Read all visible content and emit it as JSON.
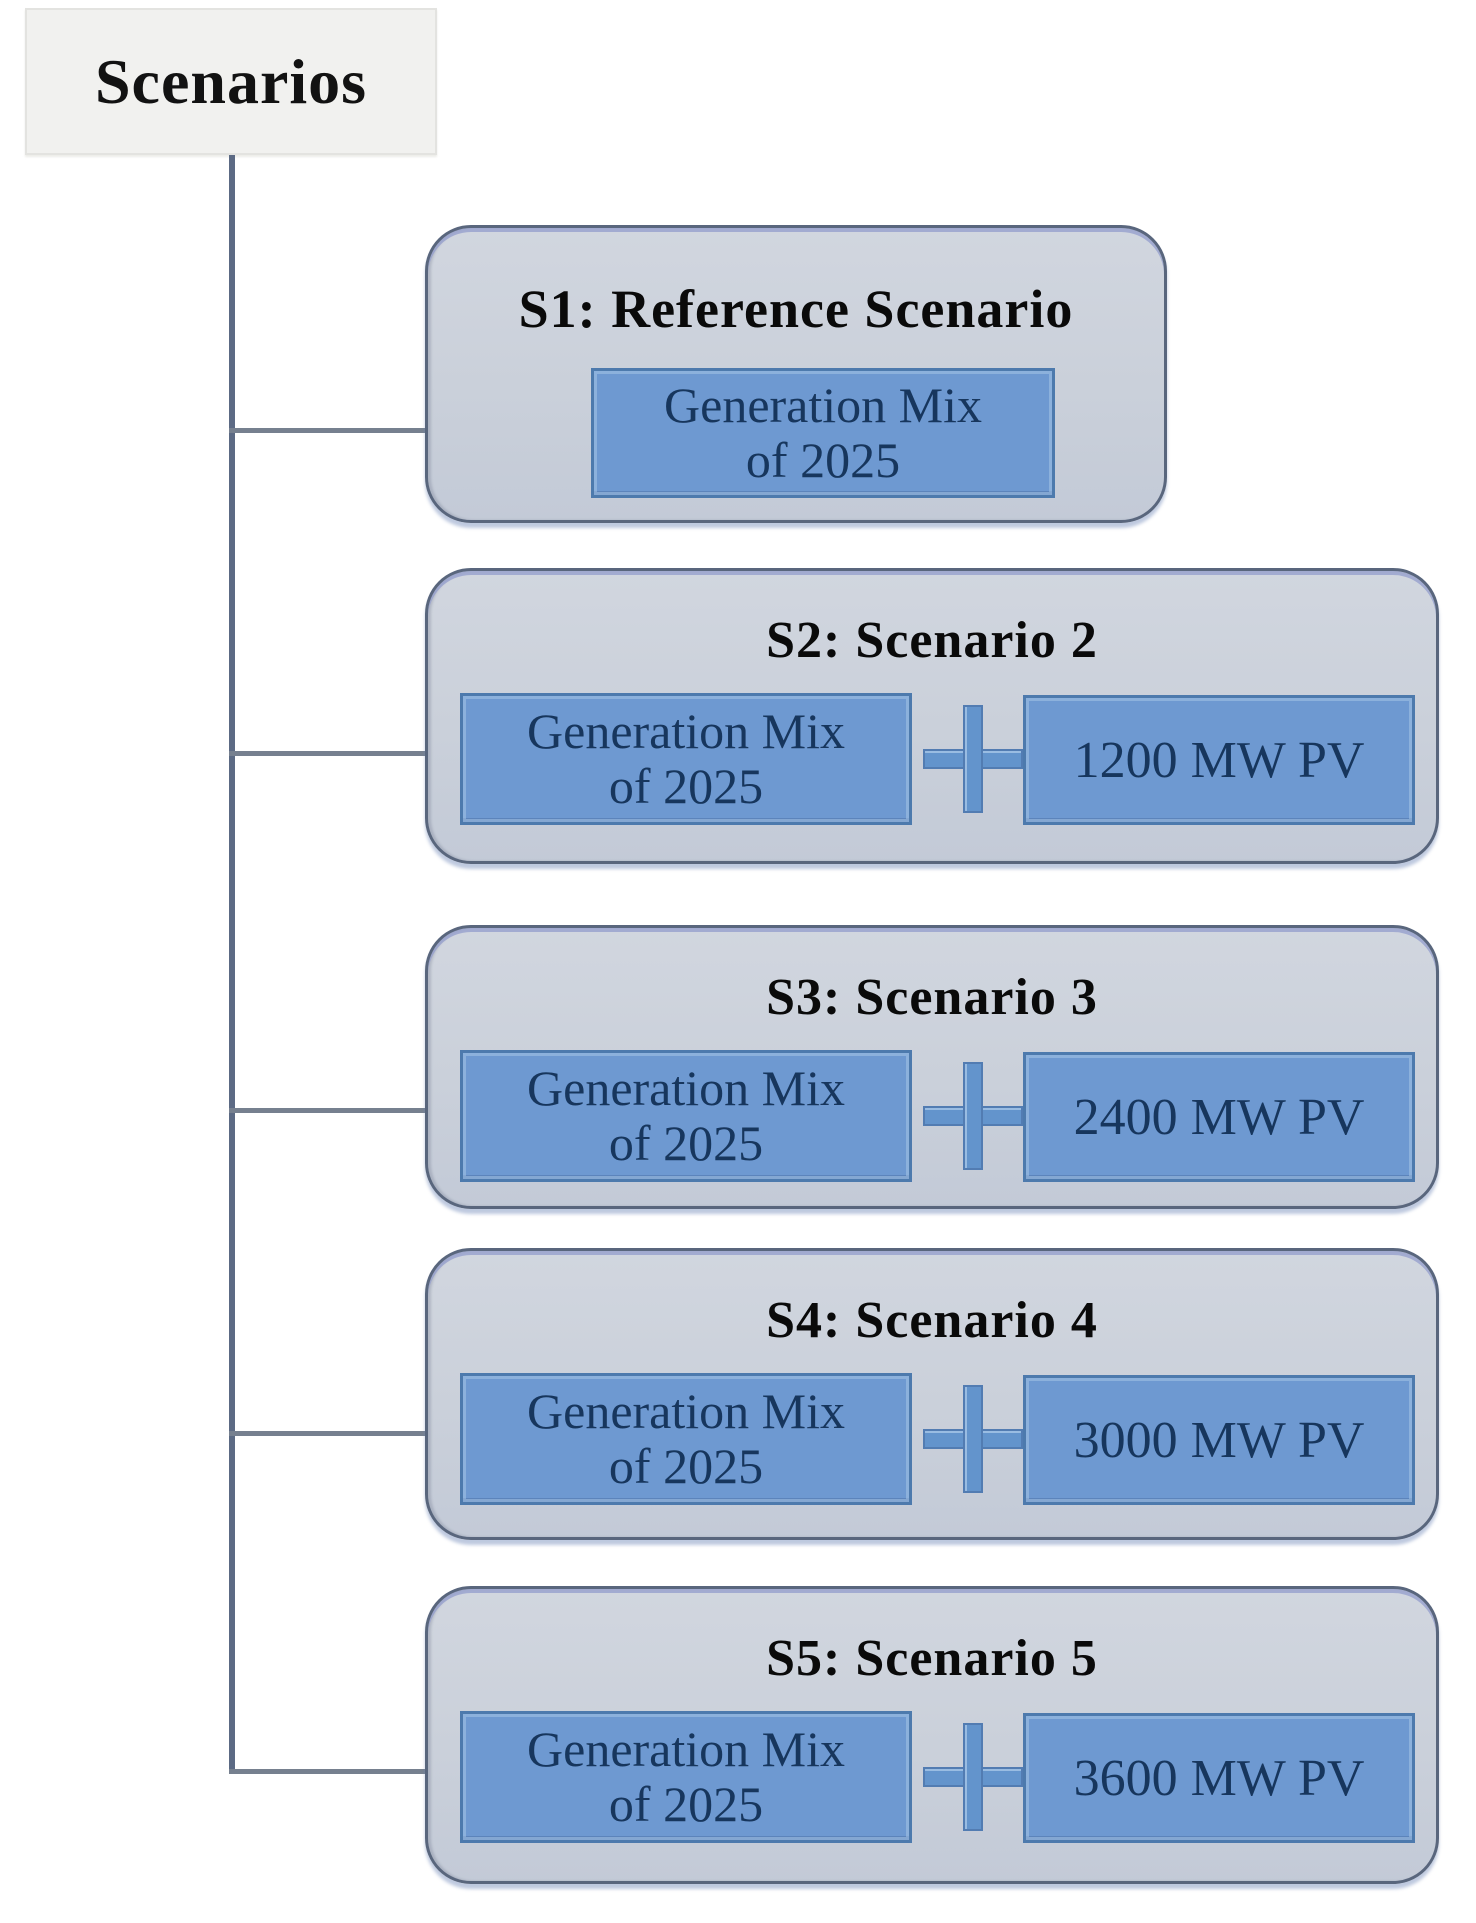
{
  "figure": {
    "kind": "scenario-tree-diagram"
  },
  "root": {
    "label": "Scenarios"
  },
  "icons": {
    "addition": "plus-icon"
  },
  "scenarios": [
    {
      "id": "S1",
      "title": "S1: Reference Scenario",
      "base": {
        "line1": "Generation Mix",
        "line2": "of 2025"
      },
      "addition": ""
    },
    {
      "id": "S2",
      "title": "S2: Scenario 2",
      "base": {
        "line1": "Generation Mix",
        "line2": "of 2025"
      },
      "addition": "1200 MW PV"
    },
    {
      "id": "S3",
      "title": "S3: Scenario 3",
      "base": {
        "line1": "Generation Mix",
        "line2": "of 2025"
      },
      "addition": "2400 MW PV"
    },
    {
      "id": "S4",
      "title": "S4: Scenario 4",
      "base": {
        "line1": "Generation Mix",
        "line2": "of 2025"
      },
      "addition": "3000 MW PV"
    },
    {
      "id": "S5",
      "title": "S5: Scenario 5",
      "base": {
        "line1": "Generation Mix",
        "line2": "of 2025"
      },
      "addition": "3600 MW PV"
    }
  ],
  "colors": {
    "card_fill": "#cbd1dc",
    "card_border": "#59667d",
    "inner_box_fill": "#6e99d1",
    "inner_box_border": "#4d7aad",
    "inner_text": "#17365d",
    "title_text": "#0a0a0a",
    "connector_trunk": "#5c6a84",
    "connector_branch": "#76808f",
    "root_fill": "#f1f1ef"
  }
}
